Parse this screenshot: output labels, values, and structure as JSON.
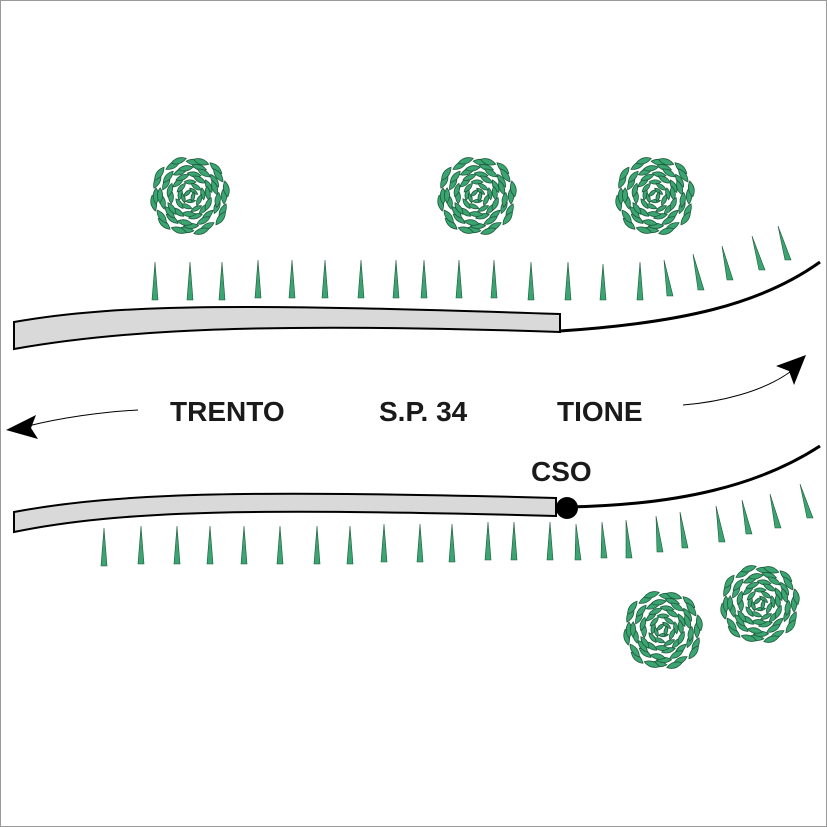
{
  "labels": {
    "left_destination": "TRENTO",
    "road_name": "S.P. 34",
    "right_destination": "TIONE",
    "point_marker": "CSO"
  },
  "colors": {
    "foliage": "#3aa571",
    "foliage_stroke": "#1f5a3c",
    "road_band": "#d9d9d9",
    "outline": "#000000",
    "frame": "#9a9a9a"
  },
  "icons": [
    "tree-icon",
    "post-icon",
    "arrow-left-icon",
    "arrow-right-icon",
    "marker-dot-icon"
  ]
}
